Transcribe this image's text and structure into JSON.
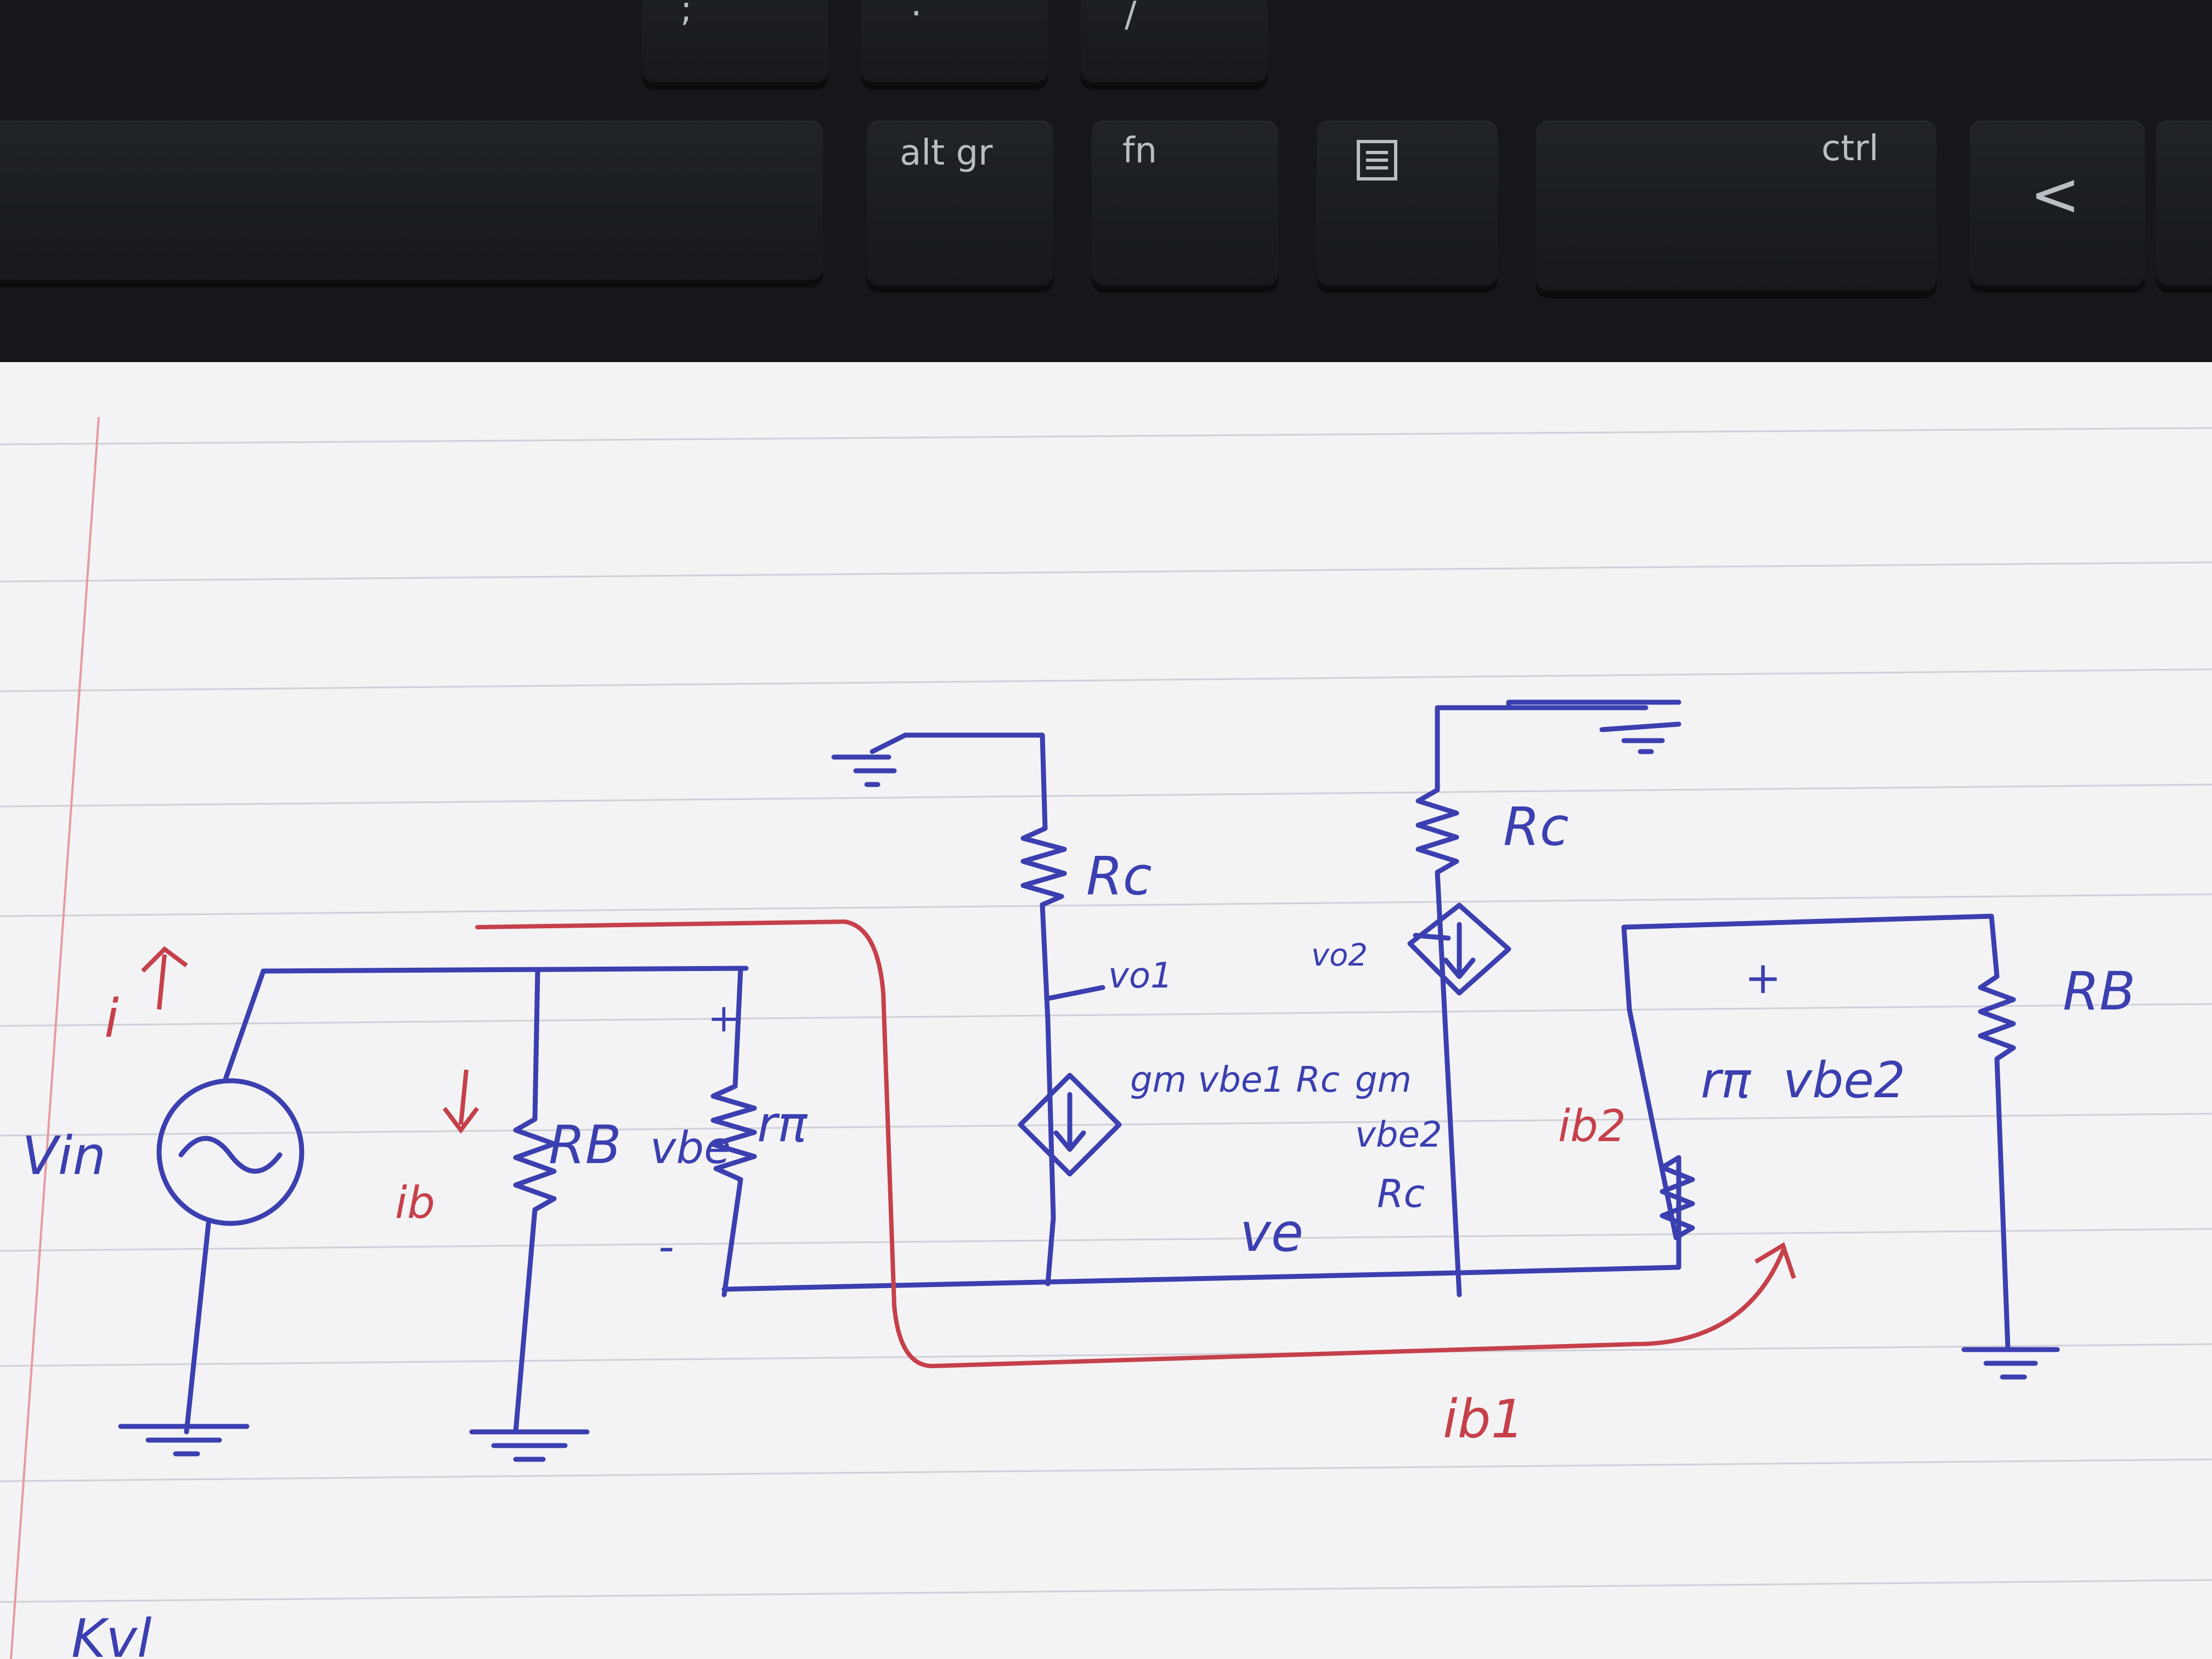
{
  "keyboard": {
    "keys": [
      {
        "name": "key-semicolon",
        "label": ";"
      },
      {
        "name": "key-period",
        "label": "."
      },
      {
        "name": "key-slash",
        "label": "/"
      },
      {
        "name": "key-altgr",
        "label": "alt gr"
      },
      {
        "name": "key-fn",
        "label": "fn"
      },
      {
        "name": "key-menu",
        "label": ""
      },
      {
        "name": "key-ctrl",
        "label": "ctrl"
      },
      {
        "name": "key-left",
        "label": "<"
      }
    ],
    "menu_icon": "menu-icon"
  },
  "notes": {
    "ink_blue": "#3b3fb0",
    "ink_red": "#c6404a",
    "labels": {
      "i_in": "i",
      "v_in": "Vin",
      "ib": "ib",
      "rb_left": "RB",
      "vbe1": "vbe",
      "rpi_left": "rπ",
      "plus_left": "+",
      "minus_left": "-",
      "rc_left": "Rc",
      "vo1": "vo1",
      "gm_vbe1": "gm vbe1 Rc",
      "vo2": "vo2",
      "gm_vbe2": "gm",
      "vbe2": "vbe2",
      "rc_mid": "Rc",
      "ve": "ve",
      "rc_top": "Rc",
      "plus_right": "+",
      "rpi_right": "rπ",
      "vbe2_right": "vbe2",
      "ib2": "ib2",
      "rb_right": "RB",
      "ib1": "ib1",
      "bottom_text": "Kvl"
    }
  }
}
